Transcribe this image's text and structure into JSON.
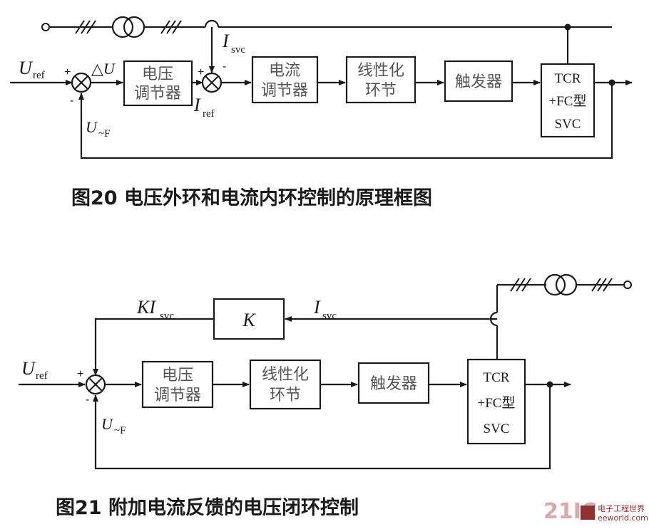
{
  "figure20": {
    "blocks": {
      "voltage_regulator": [
        "电压",
        "调节器"
      ],
      "current_regulator": [
        "电流",
        "调节器"
      ],
      "linearization": [
        "线性化",
        "环节"
      ],
      "trigger": "触发器",
      "svc": [
        "TCR",
        "+FC型",
        "SVC"
      ]
    },
    "signals": {
      "u": "U",
      "u_ref_sub": "ref",
      "delta_u": "△U",
      "i": "I",
      "i_ref_sub": "ref",
      "i_svc_sub": "svc",
      "u_f_sub": "~F"
    },
    "signs": {
      "plus": "+",
      "minus": "-"
    },
    "caption": "图20    电压外环和电流内环控制的原理框图"
  },
  "figure21": {
    "blocks": {
      "gain": "K",
      "voltage_regulator": [
        "电压",
        "调节器"
      ],
      "linearization": [
        "线性化",
        "环节"
      ],
      "trigger": "触发器",
      "svc": [
        "TCR",
        "+FC型",
        "SVC"
      ]
    },
    "signals": {
      "u": "U",
      "u_ref_sub": "ref",
      "ki": "KI",
      "ki_sub": "svc",
      "i": "I",
      "i_svc_sub": "svc",
      "u_f_sub": "~F"
    },
    "signs": {
      "plus": "+",
      "minus": "-"
    },
    "caption": "图21    附加电流反馈的电压闭环控制"
  },
  "watermark": {
    "number": "21IC",
    "site_cn": "电子工程世界",
    "site_en": "eeworld.com.cn"
  }
}
